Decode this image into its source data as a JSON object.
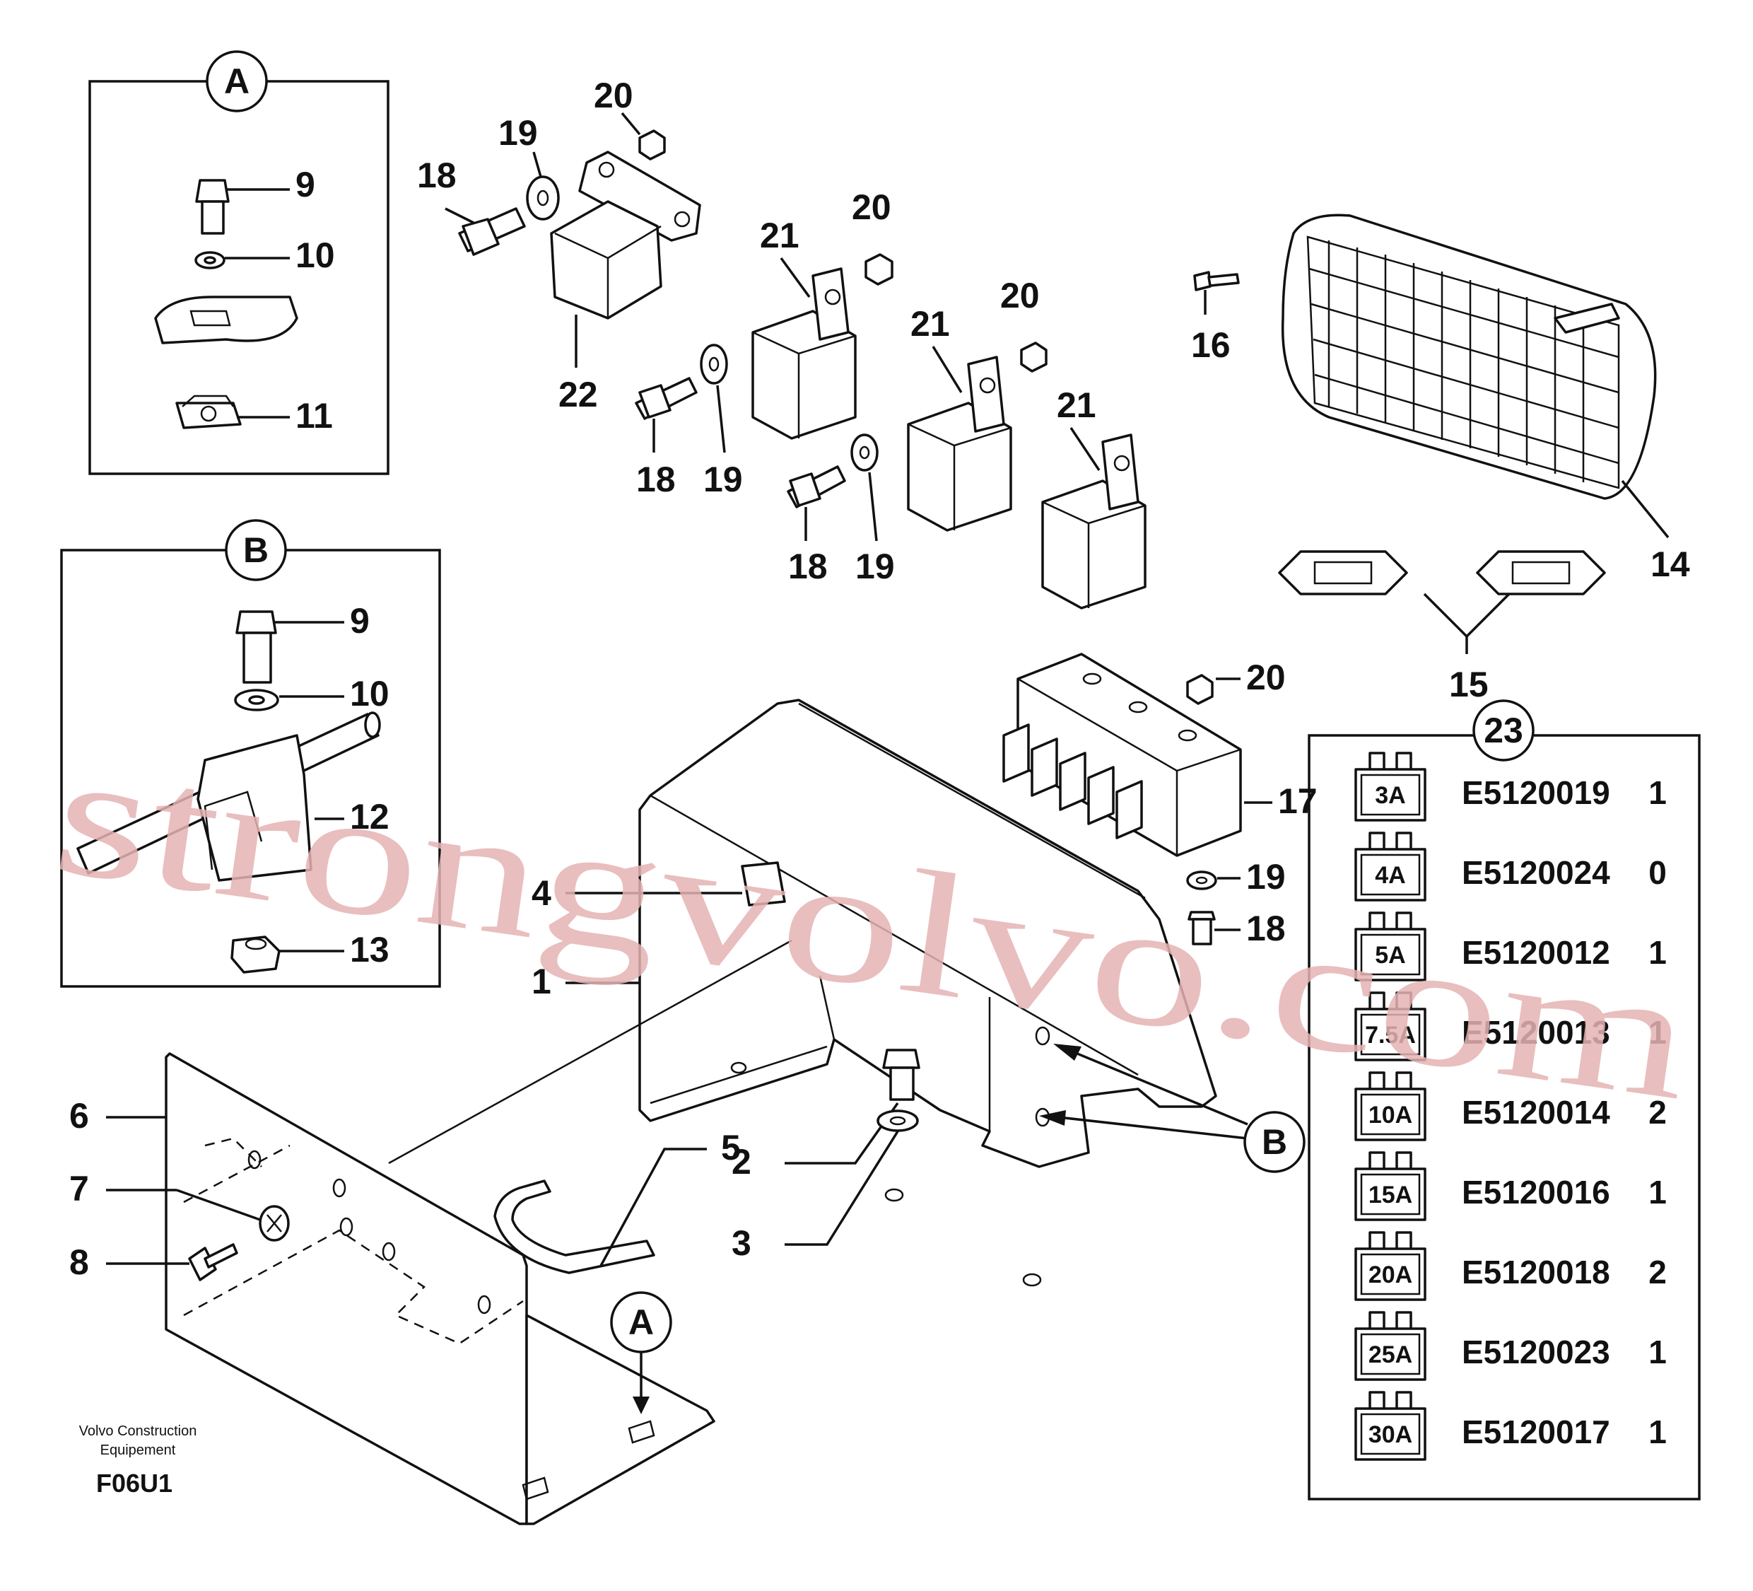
{
  "callouts": {
    "c1": "1",
    "c2": "2",
    "c3": "3",
    "c4": "4",
    "c5": "5",
    "c6": "6",
    "c7": "7",
    "c8": "8",
    "c9a": "9",
    "c10a": "10",
    "c11": "11",
    "c9b": "9",
    "c10b": "10",
    "c12": "12",
    "c13": "13",
    "c14": "14",
    "c15": "15",
    "c16": "16",
    "c17": "17",
    "c18a": "18",
    "c19a": "19",
    "c20a": "20",
    "c20b": "20",
    "c21a": "21",
    "c22": "22",
    "c18b": "18",
    "c19b": "19",
    "c20c": "20",
    "c21b": "21",
    "c18c": "18",
    "c19c": "19",
    "c21c": "21",
    "c20d": "20",
    "c19d": "19",
    "c18d": "18"
  },
  "details": {
    "a_top": "A",
    "b_top": "B",
    "a_ref": "A",
    "b_ref": "B",
    "t23": "23"
  },
  "fuse_table": [
    {
      "rating": "3A",
      "code": "E5120019",
      "qty": "1"
    },
    {
      "rating": "4A",
      "code": "E5120024",
      "qty": "0"
    },
    {
      "rating": "5A",
      "code": "E5120012",
      "qty": "1"
    },
    {
      "rating": "7.5A",
      "code": "E5120013",
      "qty": "1"
    },
    {
      "rating": "10A",
      "code": "E5120014",
      "qty": "2"
    },
    {
      "rating": "15A",
      "code": "E5120016",
      "qty": "1"
    },
    {
      "rating": "20A",
      "code": "E5120018",
      "qty": "2"
    },
    {
      "rating": "25A",
      "code": "E5120023",
      "qty": "1"
    },
    {
      "rating": "30A",
      "code": "E5120017",
      "qty": "1"
    }
  ],
  "footer": {
    "maker_line1": "Volvo Construction",
    "maker_line2": "Equipement",
    "figure_code": "F06U1"
  },
  "watermark": "strongvolvo.com"
}
